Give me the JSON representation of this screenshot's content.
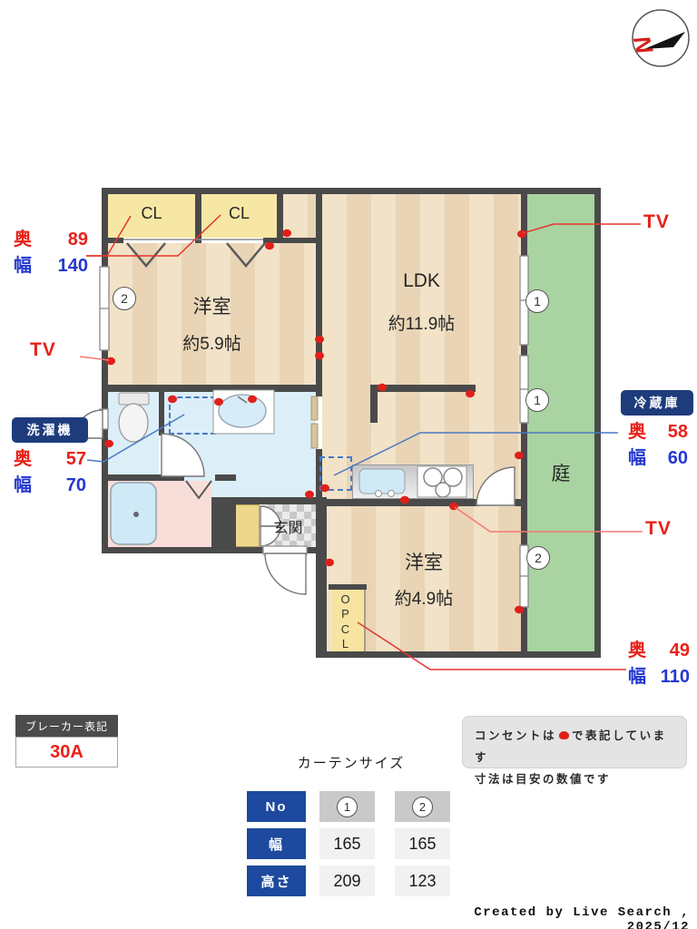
{
  "compass": {
    "letter": "N"
  },
  "rooms": {
    "cl1": "CL",
    "cl2": "CL",
    "bedroom1_name": "洋室",
    "bedroom1_size": "約5.9帖",
    "ldk_name": "LDK",
    "ldk_size": "約11.9帖",
    "bedroom2_name": "洋室",
    "bedroom2_size": "約4.9帖",
    "garden": "庭",
    "genkan": "玄関",
    "opcl": "OPCL"
  },
  "tv": {
    "left": "TV",
    "top_right": "TV",
    "bottom_right": "TV"
  },
  "meas": {
    "closet": {
      "d_label": "奥",
      "d_value": "89",
      "w_label": "幅",
      "w_value": "140"
    },
    "washer": {
      "badge": "洗濯機",
      "d_label": "奥",
      "d_value": "57",
      "w_label": "幅",
      "w_value": "70"
    },
    "fridge": {
      "badge": "冷蔵庫",
      "d_label": "奥",
      "d_value": "58",
      "w_label": "幅",
      "w_value": "60"
    },
    "opcl": {
      "d_label": "奥",
      "d_value": "49",
      "w_label": "幅",
      "w_value": "110"
    }
  },
  "window_markers": {
    "bedroom1": "2",
    "ldk_upper": "1",
    "ldk_lower": "1",
    "bedroom2": "2"
  },
  "breaker": {
    "title": "ブレーカー表記",
    "value": "30A"
  },
  "curtain": {
    "title": "カーテンサイズ",
    "no_header": "No",
    "width_header": "幅",
    "height_header": "高さ",
    "no1": "1",
    "no2": "2",
    "width1": "165",
    "width2": "165",
    "height1": "209",
    "height2": "123"
  },
  "note": {
    "line1_before": "コンセントは",
    "line1_after": "で表記しています",
    "line2": "寸法は目安の数値です"
  },
  "footer": "Created by Live Search , 2025/12",
  "legend_colors": {
    "outlet_red": "#e0201a",
    "badge_navy": "#1e3c7c",
    "table_blue": "#1d4a9e",
    "garden_green": "#a9d3a1",
    "measure_red": "#e8211a",
    "measure_blue": "#2438cf",
    "wall_gray": "#4a4a4a"
  }
}
